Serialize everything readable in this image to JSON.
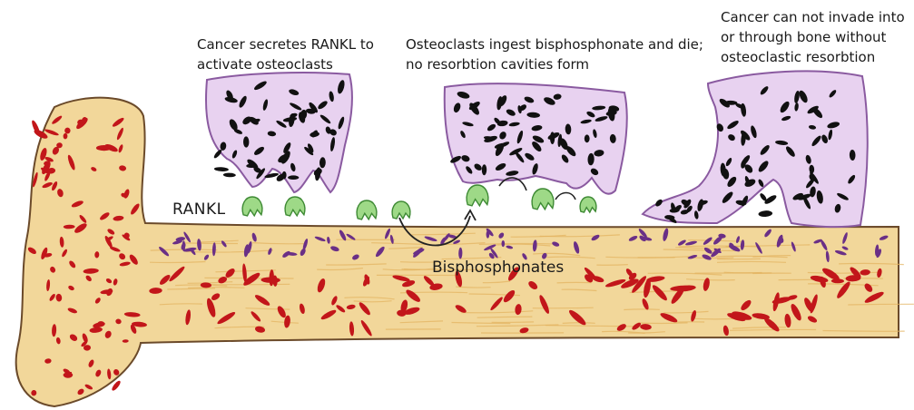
{
  "colors": {
    "bone_fill": "#f2d79a",
    "bone_streak": "#e2b25e",
    "marrow_red": "#c2161a",
    "bisphosphonate_purple": "#6a2f86",
    "tumor_fill": "#e8d2f0",
    "tumor_outline": "#8a5aa0",
    "tumor_cell": "#111111",
    "osteoclast_green": "#9ed987",
    "osteoclast_outline": "#3e8a34"
  },
  "captions": {
    "rankl_secretion": {
      "line1": "Cancer secretes RANKL to",
      "line2": "activate osteoclasts"
    },
    "osteoclast_death": {
      "line1": "Osteoclasts ingest bisphosphonate and die;",
      "line2": "no resorbtion cavities form"
    },
    "no_invasion": {
      "line1": "Cancer can not invade into",
      "line2": "or through bone without",
      "line3": "osteoclastic resorbtion"
    }
  },
  "labels": {
    "rankl": "RANKL",
    "bisphosphonates": "Bisphosphonates"
  }
}
